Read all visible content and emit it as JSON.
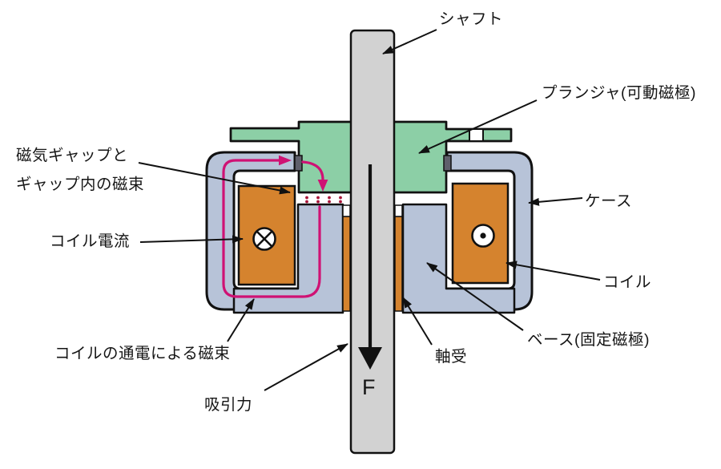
{
  "diagram": {
    "type": "solenoid-actuator-cross-section",
    "labels": {
      "shaft": "シャフト",
      "plunger": "プランジャ(可動磁極)",
      "gap_line1": "磁気ギャップと",
      "gap_line2": "ギャップ内の磁束",
      "coil_current": "コイル電流",
      "coil_energized_flux": "コイルの通電による磁束",
      "attraction_force": "吸引力",
      "force_symbol": "F",
      "bearing": "軸受",
      "case": "ケース",
      "coil": "コイル",
      "base": "ベース(固定磁極)"
    },
    "colors": {
      "plunger_green": "#8ccfa6",
      "case_base_blue": "#b7c3d8",
      "coil_orange": "#d5832e",
      "shaft_gray": "#d2d2d2",
      "flux_magenta": "#cf1274",
      "gap_dot_red": "#a81438",
      "gap_piece_gray": "#5f5f6b",
      "outline_black": "#111111",
      "background": "#ffffff"
    }
  }
}
